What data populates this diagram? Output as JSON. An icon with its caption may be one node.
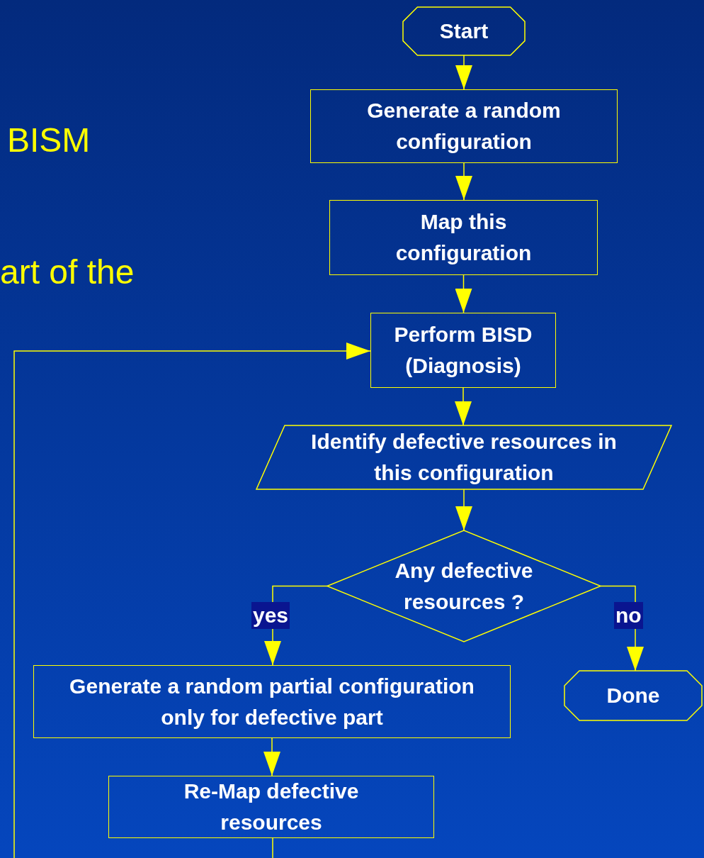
{
  "diagram": {
    "nodes": [
      {
        "text": [
          "Start"
        ]
      },
      {
        "text": [
          "Generate a random configuration"
        ]
      },
      {
        "text": [
          "Map this configuration"
        ]
      },
      {
        "text": [
          "Perform BISD (Diagnosis)"
        ]
      },
      {
        "text": [
          "Identify defective resources in this configuration"
        ]
      },
      {
        "text": [
          "Any defective resources ?"
        ]
      },
      {
        "text": [
          "Generate a random partial configuration only for defective part"
        ]
      },
      {
        "text": [
          "Done"
        ]
      },
      {
        "text": [
          "Re-Map defective resources"
        ]
      }
    ],
    "edges": [
      {
        "from": 0,
        "to": 1,
        "arrow": "to"
      },
      {
        "from": 1,
        "to": 2,
        "arrow": "to"
      },
      {
        "from": 2,
        "to": 3,
        "arrow": "to"
      },
      {
        "from": 3,
        "to": 4,
        "arrow": "to"
      },
      {
        "from": 4,
        "to": 5,
        "arrow": "to"
      },
      {
        "from": 5,
        "to": 6,
        "arrow": "to",
        "label": "yes"
      },
      {
        "from": 5,
        "to": 7,
        "arrow": "to",
        "label": "no"
      },
      {
        "from": 6,
        "to": 8,
        "arrow": "to"
      },
      {
        "from": 8,
        "to": 3,
        "arrow": "to"
      }
    ],
    "labels": [
      "BISM",
      "art of the"
    ]
  }
}
